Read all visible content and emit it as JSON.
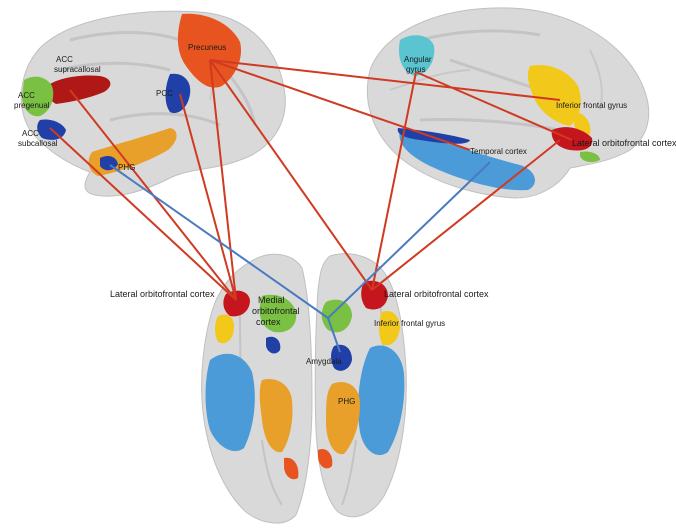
{
  "labels": {
    "precuneus": "Precuneus",
    "acc_supracallosal_1": "ACC",
    "acc_supracallosal_2": "supracallosal",
    "acc_pregenual_1": "ACC",
    "acc_pregenual_2": "pregenual",
    "acc_subcallosal_1": "ACC",
    "acc_subcallosal_2": "subcallosal",
    "pcc": "PCC",
    "phg_medial": "PHG",
    "angular_gyrus_1": "Angular",
    "angular_gyrus_2": "gyrus",
    "inferior_frontal_gyrus_lateral": "Inferior frontal gyrus",
    "lateral_orbitofrontal_lateral": "Lateral orbitofrontal cortex",
    "temporal_cortex": "Temporal cortex",
    "lateral_orbitofrontal_left": "Lateral orbitofrontal cortex",
    "medial_orbitofrontal_1": "Medial",
    "medial_orbitofrontal_2": "orbitofrontal",
    "medial_orbitofrontal_3": "cortex",
    "lateral_orbitofrontal_right": "Lateral orbitofrontal cortex",
    "inferior_frontal_gyrus_ventral": "Inferior frontal gyrus",
    "amygdala": "Amygdala",
    "phg_ventral": "PHG"
  },
  "colors": {
    "background": "#ffffff",
    "cortex": "#d9d9d9",
    "cortex_dark": "#bdbdbd",
    "cortex_sulcus": "#c8c8c8",
    "red_region": "#c4161c",
    "orange_region": "#e8541f",
    "green_region": "#7ac143",
    "blue_region": "#2040a8",
    "light_blue_region": "#4a9bd8",
    "yellow_region": "#f2c81b",
    "gold_region": "#e8a02a",
    "cyan_region": "#5bc4d1",
    "red_connection": "#d03a22",
    "blue_connection": "#4a7ac0"
  }
}
